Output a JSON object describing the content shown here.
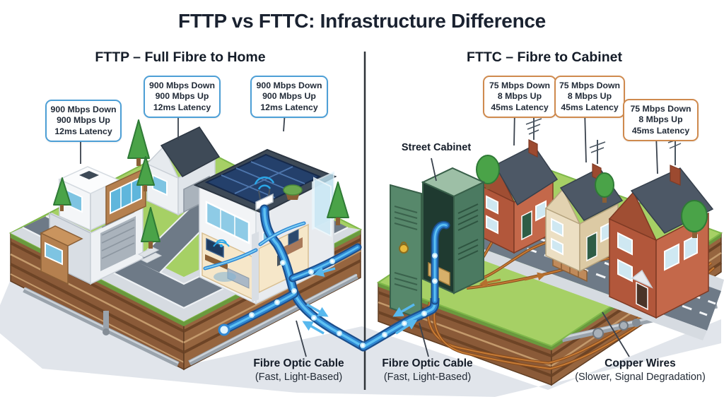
{
  "title": "FTTP vs FTTC: Infrastructure Difference",
  "left_panel": {
    "heading": "FTTP – Full Fibre to Home",
    "callouts": [
      {
        "lines": [
          "900 Mbps Down",
          "900 Mbps Up",
          "12ms Latency"
        ]
      },
      {
        "lines": [
          "900 Mbps Down",
          "900 Mbps Up",
          "12ms Latency"
        ]
      },
      {
        "lines": [
          "900 Mbps Down",
          "900 Mbps Up",
          "12ms Latency"
        ]
      }
    ],
    "cable_label": {
      "name": "Fibre Optic Cable",
      "note": "(Fast, Light-Based)"
    }
  },
  "right_panel": {
    "heading": "FTTC – Fibre to Cabinet",
    "callouts": [
      {
        "lines": [
          "75 Mbps Down",
          "8 Mbps Up",
          "45ms Latency"
        ]
      },
      {
        "lines": [
          "75 Mbps Down",
          "8 Mbps Up",
          "45ms Latency"
        ]
      },
      {
        "lines": [
          "75 Mbps Down",
          "8 Mbps Up",
          "45ms Latency"
        ]
      }
    ],
    "street_cabinet_label": "Street Cabinet",
    "cable_label": {
      "name": "Fibre Optic Cable",
      "note": "(Fast, Light-Based)"
    },
    "copper_label": {
      "name": "Copper Wires",
      "note": "(Slower, Signal Degradation)"
    }
  },
  "colors": {
    "fibre_blue": "#2e86d4",
    "fibre_glow": "#5fc2f3",
    "copper_orange": "#c97d36",
    "callout_blue_border": "#4d9fd6",
    "callout_orange_border": "#cf8a4e",
    "grass_green": "#a6d065",
    "road_gray": "#6e7a87",
    "earth_brown": "#8a5a38",
    "cabinet_green": "#4b7a61"
  }
}
